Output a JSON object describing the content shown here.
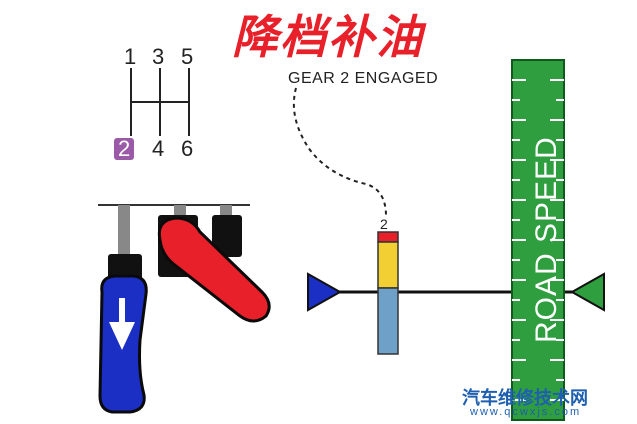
{
  "title": "降档补油",
  "callout_label": "GEAR 2 ENGAGED",
  "shift_pattern": {
    "top_row": [
      "1",
      "3",
      "5"
    ],
    "bottom_row": [
      "2",
      "4",
      "6"
    ],
    "selected_gear": "2"
  },
  "gear_indicator": "2",
  "road_speed_label": "ROAD SPEED",
  "colors": {
    "title": "#e8202a",
    "selected_gear_badge": "#9b5aa8",
    "throttle_pedal": "#e8202a",
    "clutch_pedal": "#1b2fc4",
    "road_speed_bar": "#2e9e3f",
    "left_marker": "#1b2fc4",
    "right_marker": "#2e9e3f",
    "gear_bar_segments": [
      "#e8202a",
      "#f2d033",
      "#6ea0c8"
    ]
  },
  "watermark": {
    "text": "汽车维修技术网",
    "url": "www.qcwxjs.com"
  }
}
